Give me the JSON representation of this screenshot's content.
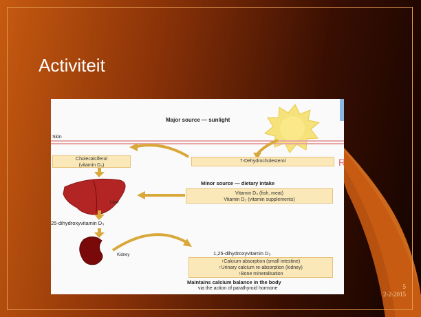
{
  "slide": {
    "title": "Activiteit",
    "slide_number": "5",
    "date": "2-2-2015"
  },
  "diagram": {
    "major_source": "Major source — sunlight",
    "skin": "Skin",
    "box_cholecalciferol_1": "Cholecalciferol",
    "box_cholecalciferol_2": "(vitamin D₃)",
    "box_dehydro": "7-Dehydrocholesterol",
    "minor_source": "Minor source — dietary intake",
    "diet_line1": "Vitamin D₃ (fish, meat)",
    "diet_line2": "Vitamin D₂ (vitamin supplements)",
    "liver": "Liver",
    "metabolite_25": "25-dihydroxyvitamin D₃",
    "kidney": "Kidney",
    "metabolite_125": "1,25-dihydroxyvitamin D₃",
    "effect1": "↑Calcium absorption (small intestine)",
    "effect2": "↑Urinary calcium re-absorption (kidney)",
    "effect3": "↑Bone mineralisation",
    "maintains": "Maintains calcium balance in the body",
    "via": "via the action of parathyroid hormone",
    "edge_letter": "R"
  }
}
